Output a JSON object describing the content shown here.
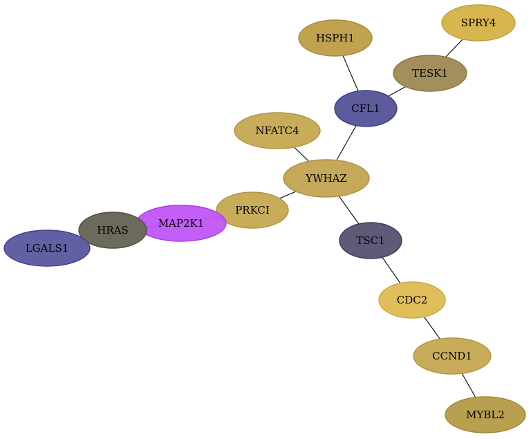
{
  "nodes": [
    {
      "id": "HSPH1",
      "label": "HSPH1",
      "fill": "#c0a24f",
      "stroke": "#a88a38"
    },
    {
      "id": "SPRY4",
      "label": "SPRY4",
      "fill": "#d8b64f",
      "stroke": "#c09e38"
    },
    {
      "id": "TESK1",
      "label": "TESK1",
      "fill": "#a38f5b",
      "stroke": "#8a7844"
    },
    {
      "id": "CFL1",
      "label": "CFL1",
      "fill": "#5e5b9d",
      "stroke": "#3e3b86"
    },
    {
      "id": "NFATC4",
      "label": "NFATC4",
      "fill": "#c8ac5a",
      "stroke": "#b09442"
    },
    {
      "id": "YWHAZ",
      "label": "YWHAZ",
      "fill": "#c5a85a",
      "stroke": "#ad9042"
    },
    {
      "id": "PRKCI",
      "label": "PRKCI",
      "fill": "#c8ac5a",
      "stroke": "#b09442"
    },
    {
      "id": "MAP2K1",
      "label": "MAP2K1",
      "fill": "#c055f7",
      "stroke": "#a83de0"
    },
    {
      "id": "HRAS",
      "label": "HRAS",
      "fill": "#6c6a5c",
      "stroke": "#504e42"
    },
    {
      "id": "LGALS1",
      "label": "LGALS1",
      "fill": "#6060a3",
      "stroke": "#40408c"
    },
    {
      "id": "TSC1",
      "label": "TSC1",
      "fill": "#5e5b78",
      "stroke": "#3e3b5c"
    },
    {
      "id": "CDC2",
      "label": "CDC2",
      "fill": "#e0be5a",
      "stroke": "#c8a642"
    },
    {
      "id": "CCND1",
      "label": "CCND1",
      "fill": "#c8ac5a",
      "stroke": "#b09442"
    },
    {
      "id": "MYBL2",
      "label": "MYBL2",
      "fill": "#b8a050",
      "stroke": "#a08838"
    }
  ],
  "edges": [
    {
      "source": "HSPH1",
      "target": "CFL1"
    },
    {
      "source": "SPRY4",
      "target": "TESK1"
    },
    {
      "source": "TESK1",
      "target": "CFL1"
    },
    {
      "source": "CFL1",
      "target": "YWHAZ"
    },
    {
      "source": "NFATC4",
      "target": "YWHAZ"
    },
    {
      "source": "YWHAZ",
      "target": "PRKCI"
    },
    {
      "source": "YWHAZ",
      "target": "TSC1"
    },
    {
      "source": "PRKCI",
      "target": "MAP2K1"
    },
    {
      "source": "MAP2K1",
      "target": "HRAS"
    },
    {
      "source": "HRAS",
      "target": "LGALS1"
    },
    {
      "source": "TSC1",
      "target": "CDC2"
    },
    {
      "source": "CDC2",
      "target": "CCND1"
    },
    {
      "source": "CCND1",
      "target": "MYBL2"
    }
  ]
}
